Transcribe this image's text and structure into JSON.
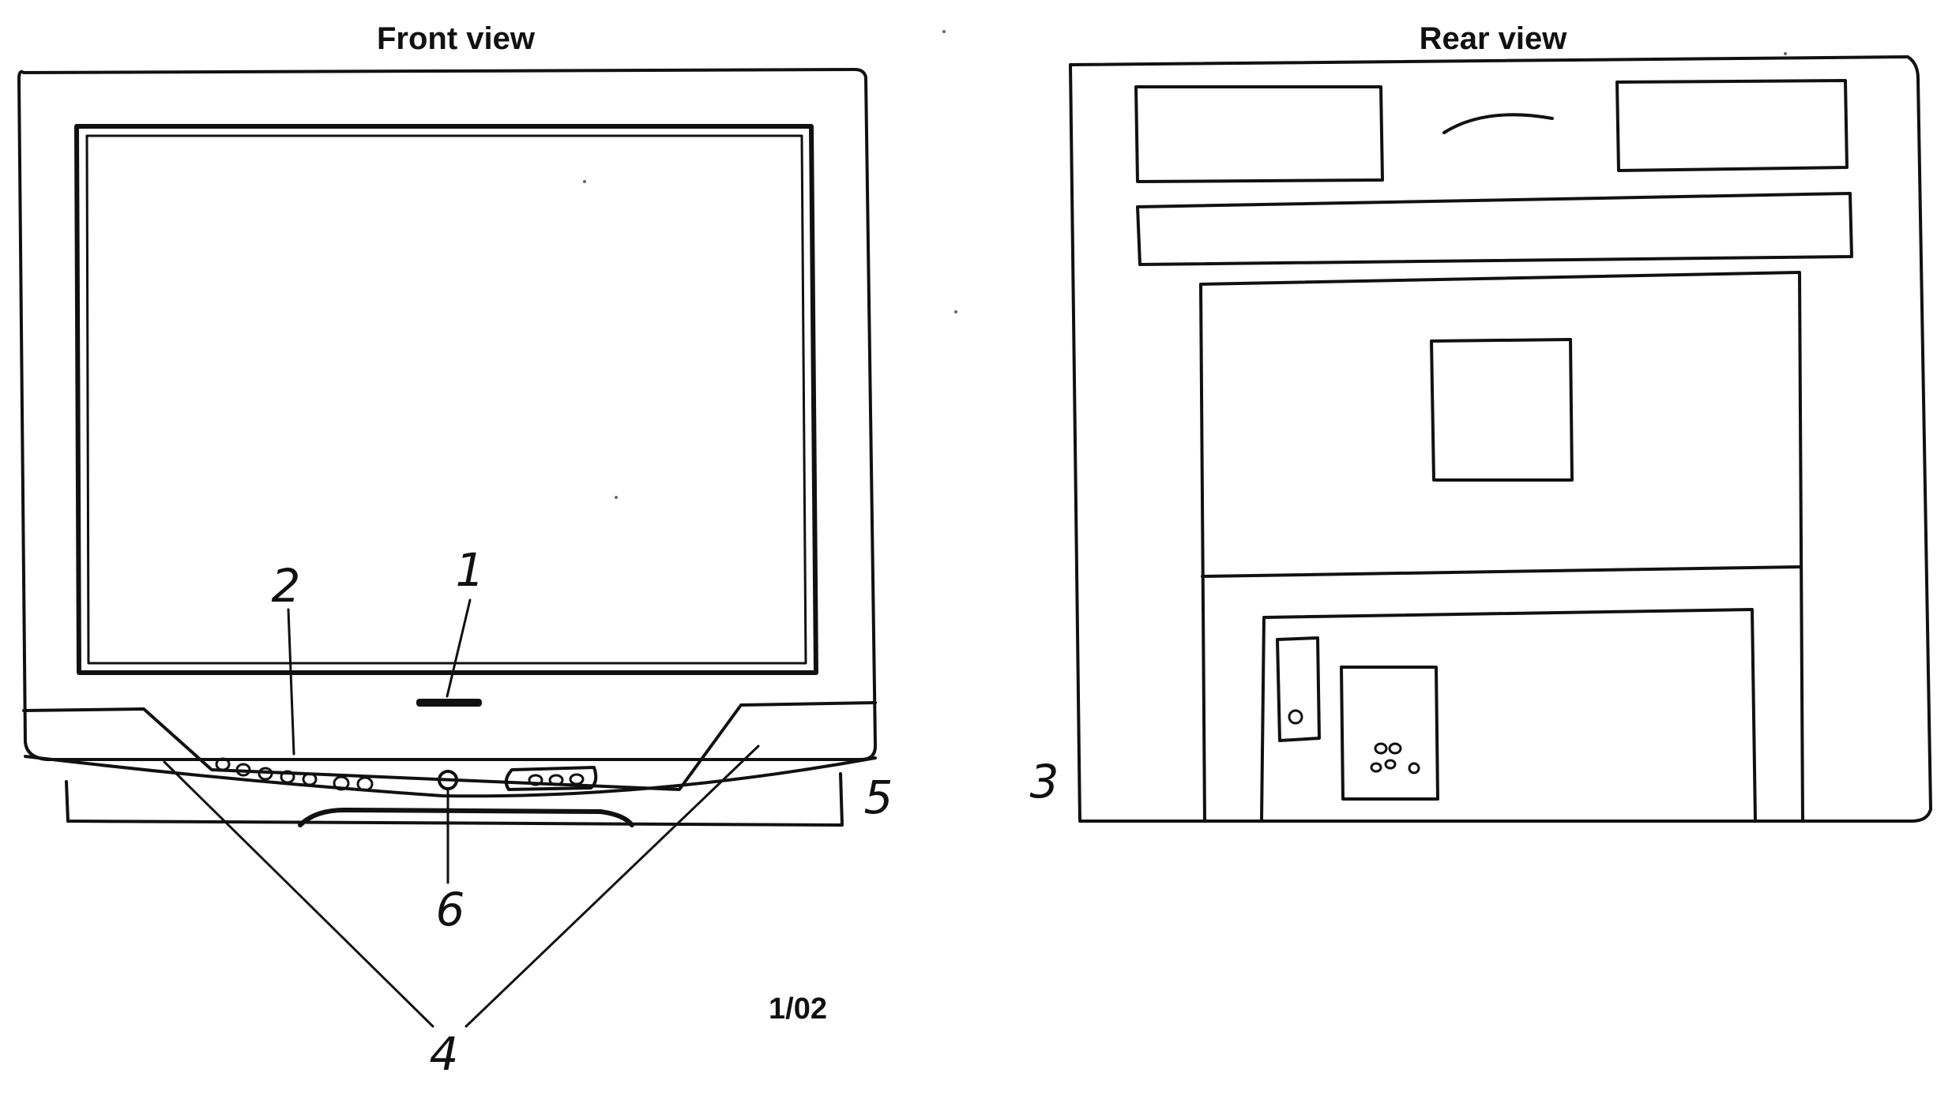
{
  "titles": {
    "front": "Front view",
    "rear": "Rear view"
  },
  "reference_numerals": {
    "screen_indicator": "1",
    "control_buttons": "2",
    "rear_cabinet": "3",
    "side_bezel": "4",
    "base_stand": "5",
    "center_button": "6"
  },
  "sheet_number": "1/02",
  "colors": {
    "ink": "#111111",
    "paper": "#ffffff"
  }
}
